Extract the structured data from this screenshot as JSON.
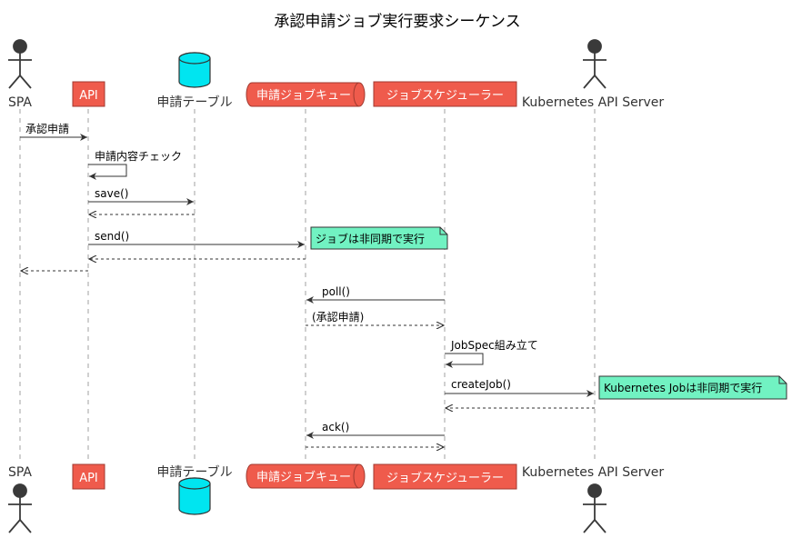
{
  "title": "承認申請ジョブ実行要求シーケンス",
  "participants": {
    "spa": "SPA",
    "api": "API",
    "table": "申請テーブル",
    "queue": "申請ジョブキュー",
    "scheduler": "ジョブスケジューラー",
    "k8s": "Kubernetes API Server"
  },
  "messages": {
    "m1": "承認申請",
    "m2": "申請内容チェック",
    "m3": "save()",
    "m4": "send()",
    "m5": "poll()",
    "m6": "(承認申請)",
    "m7": "JobSpec組み立て",
    "m8": "createJob()",
    "m9": "ack()"
  },
  "notes": {
    "n1": "ジョブは非同期で実行",
    "n2": "Kubernetes Jobは非同期で実行"
  },
  "colors": {
    "participant": "#ef5b4c",
    "database": "#00e5f0",
    "note": "#71f2c2"
  }
}
